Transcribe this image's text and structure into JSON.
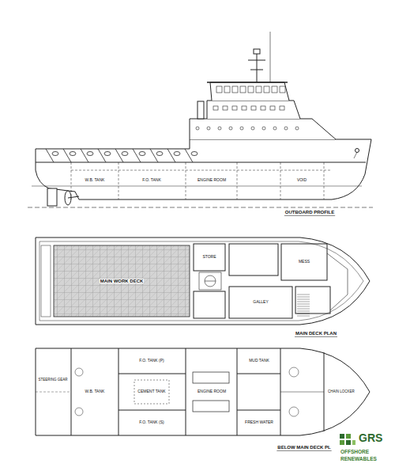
{
  "diagram": {
    "labels": [
      "OUTBOARD PROFILE",
      "MAIN DECK PLAN",
      "BELOW MAIN DECK PL",
      "F.O. TANK",
      "W.B. TANK",
      "ENGINE ROOM",
      "VOID",
      "MAIN WORK DECK",
      "STORE",
      "GALLEY",
      "MESS",
      "STEERING GEAR",
      "W.B. TANK",
      "F.O. TANK (P)",
      "F.O. TANK (S)",
      "CEMENT TANK",
      "ENGINE ROOM",
      "MUD TANK",
      "FRESH WATER",
      "CHAIN LOCKER",
      "GRS",
      "OFFSHORE",
      "RENEWABLES"
    ]
  }
}
